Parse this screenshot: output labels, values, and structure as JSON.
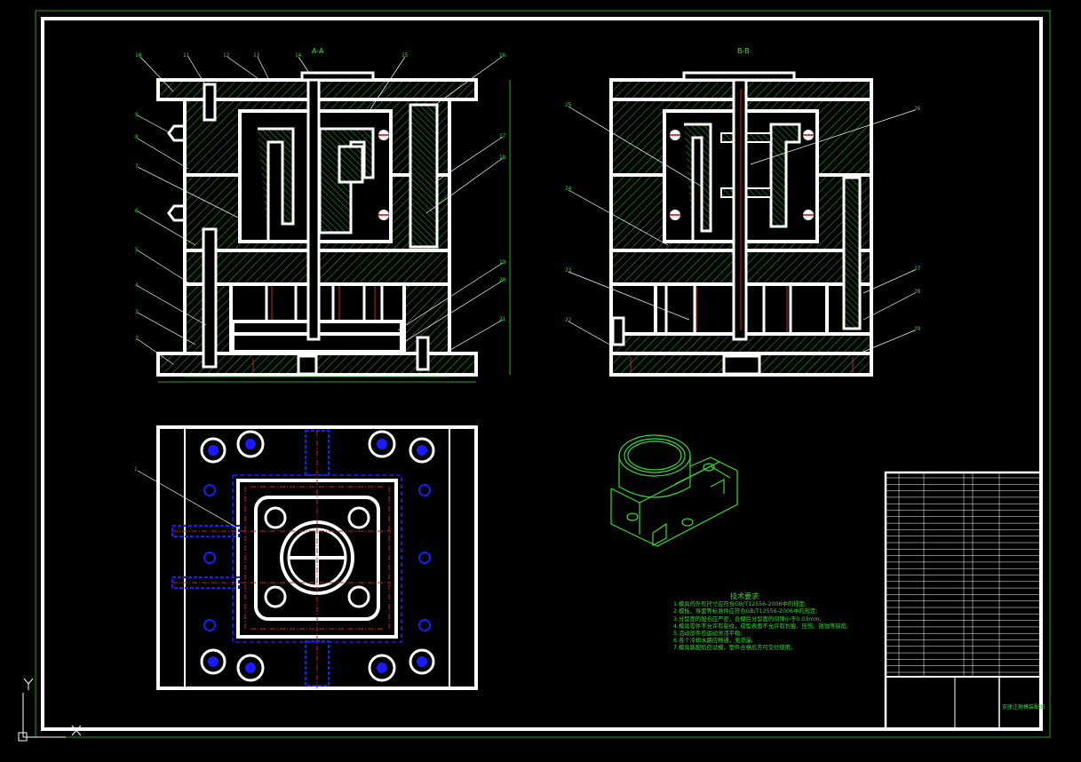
{
  "drawing": {
    "section_aa": "A-A",
    "section_bb": "B-B",
    "colors": {
      "background": "#000000",
      "outline": "#ffffff",
      "hatch": "#1fa31f",
      "annotation": "#33dd33",
      "center_line": "#cc2222",
      "blue_parts": "#1a1aff",
      "outer_frame": "#2a9d2a"
    },
    "callouts_aa_left": [
      "10",
      "11",
      "12",
      "13",
      "14",
      "15",
      "9",
      "8",
      "7",
      "6",
      "5",
      "4",
      "3",
      "2"
    ],
    "callouts_aa_right": [
      "16",
      "17",
      "18",
      "19",
      "20",
      "21"
    ],
    "callouts_bb_left": [
      "25",
      "24",
      "23",
      "22"
    ],
    "callouts_bb_right": [
      "26",
      "27",
      "28",
      "29"
    ],
    "callout_plan": "1",
    "tech_notes_title": "技术要求",
    "tech_notes": [
      "1.模具的外形尺寸应符合GB/T12556-2006中的规定;",
      "2.模板、导套等标准件应符合GB/T12556-2006中的规定;",
      "3.分型面的配合应严密，合模后分型面的间隙小于0.03mm;",
      "4.模具零件不允许有裂纹，成型表面不允许有划痕、压伤、锈蚀等缺陷;",
      "5.活动部件应运动灵活平稳;",
      "6.各个冷却水路应畅通，无渗漏;",
      "7.模具装配后应试模，塑件合格后方可交付使用。"
    ],
    "title_block_name": "支座注射模装配图"
  }
}
